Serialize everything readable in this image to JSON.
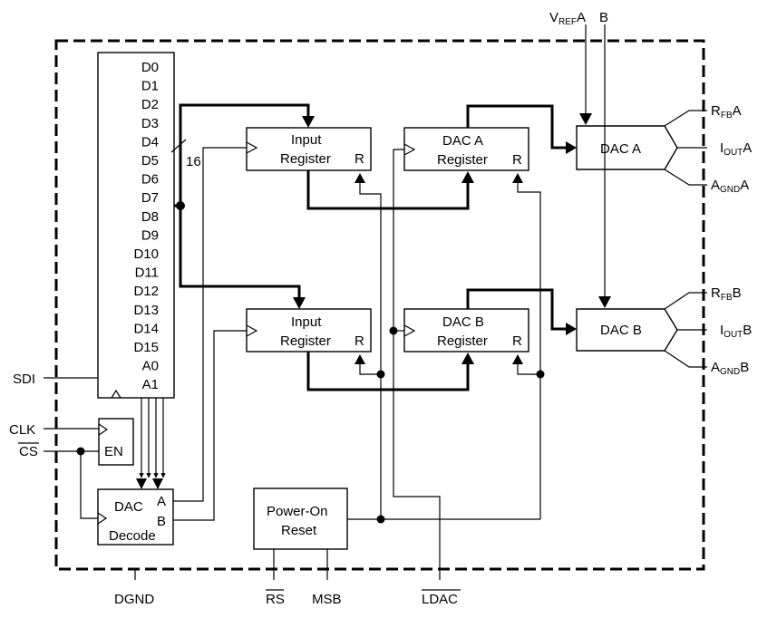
{
  "shift_register": {
    "bits": [
      "D0",
      "D1",
      "D2",
      "D3",
      "D4",
      "D5",
      "D6",
      "D7",
      "D8",
      "D9",
      "D10",
      "D11",
      "D12",
      "D13",
      "D14",
      "D15",
      "A0",
      "A1"
    ]
  },
  "blocks": {
    "input_reg_a": {
      "line1": "Input",
      "line2": "Register",
      "reset": "R"
    },
    "input_reg_b": {
      "line1": "Input",
      "line2": "Register",
      "reset": "R"
    },
    "dac_reg_a": {
      "line1": "DAC A",
      "line2": "Register",
      "reset": "R"
    },
    "dac_reg_b": {
      "line1": "DAC B",
      "line2": "Register",
      "reset": "R"
    },
    "dac_a": {
      "label": "DAC A"
    },
    "dac_b": {
      "label": "DAC B"
    },
    "decode": {
      "line1": "DAC",
      "line2": "Decode",
      "out_a": "A",
      "out_b": "B"
    },
    "enable": {
      "label": "EN"
    },
    "power_on_reset": {
      "line1": "Power-On",
      "line2": "Reset"
    }
  },
  "bus_width": "16",
  "pins": {
    "sdi": "SDI",
    "clk": "CLK",
    "cs": "CS",
    "dgnd": "DGND",
    "rs": "RS",
    "msb": "MSB",
    "ldac": "LDAC",
    "vref_v": "V",
    "vref_sub": "REF",
    "vref_a": "A",
    "vref_b": "B",
    "rfb_r": "R",
    "rfb_sub": "FB",
    "iout_i": "I",
    "iout_sub": "OUT",
    "agnd_a": "A",
    "agnd_sub": "GND",
    "suffix_a": "A",
    "suffix_b": "B"
  }
}
